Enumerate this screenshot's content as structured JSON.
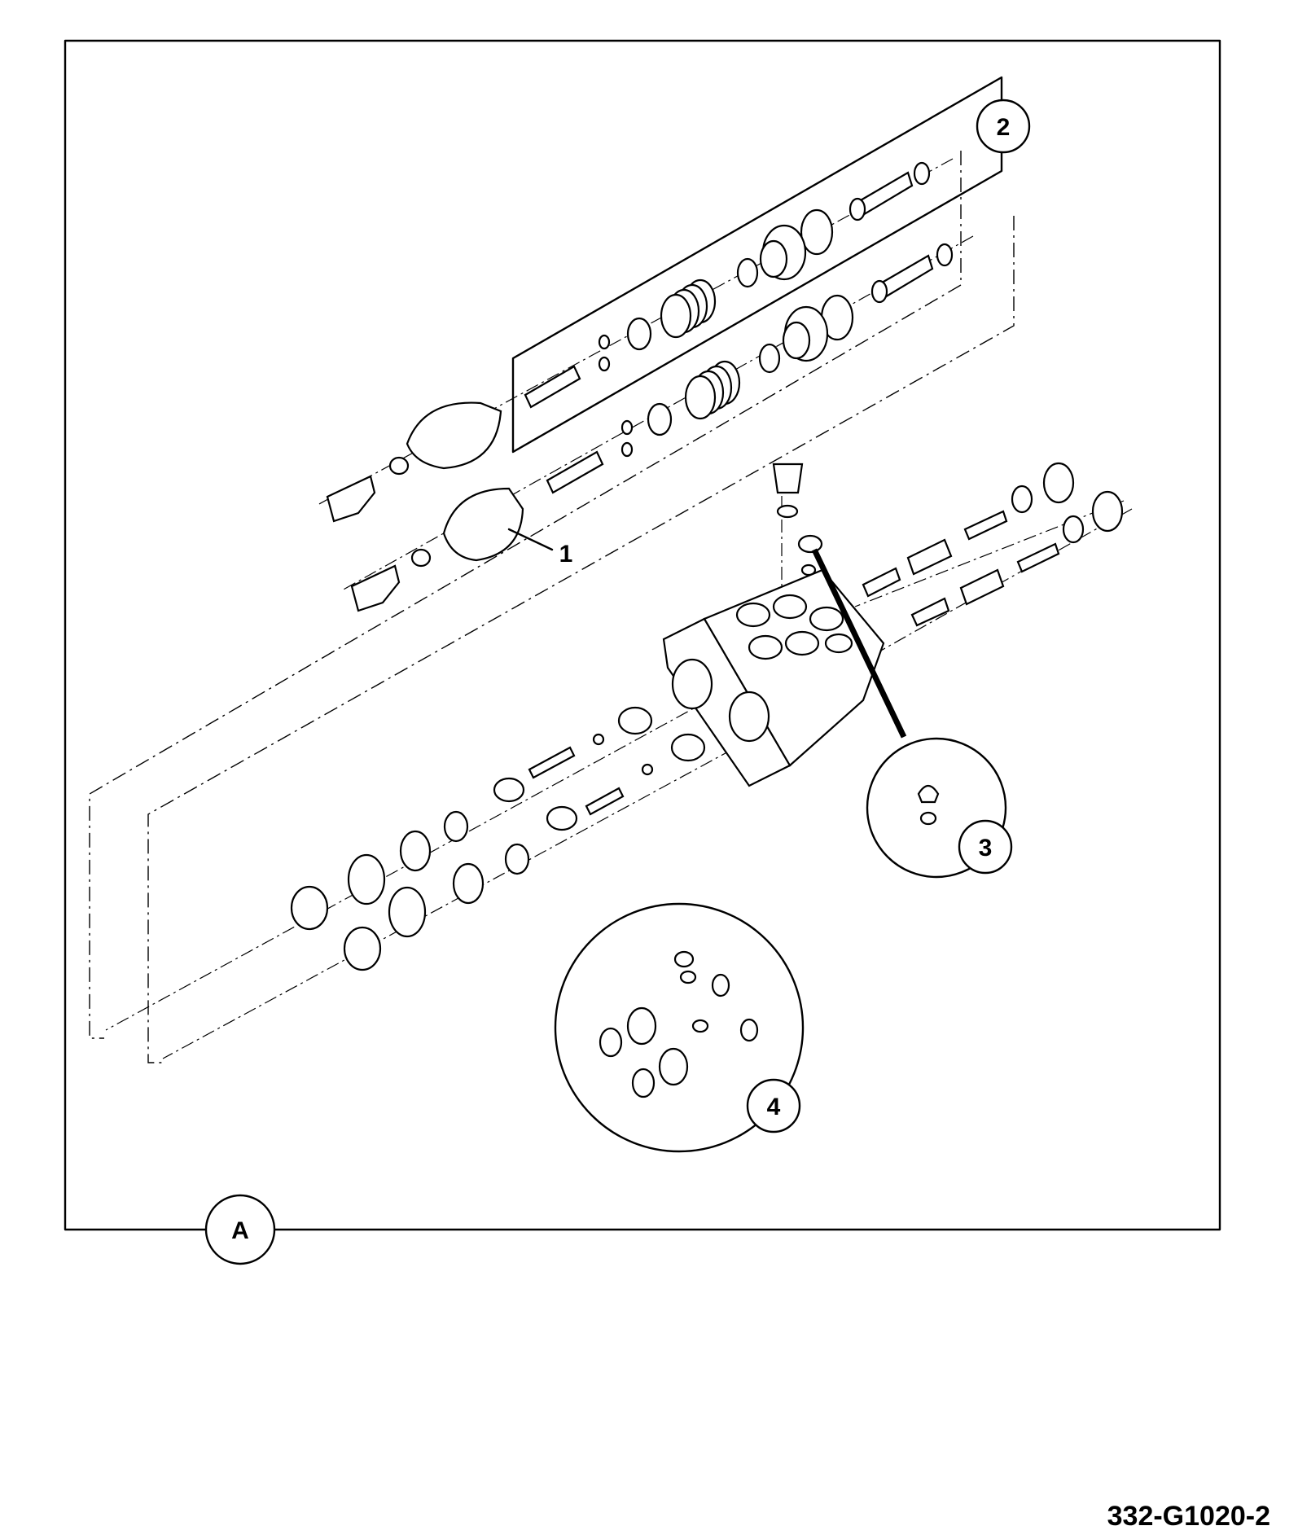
{
  "callouts": {
    "frame": "A",
    "part_1": "1",
    "kit_2": "2",
    "kit_3": "3",
    "kit_4": "4"
  },
  "drawing_number": "332-G1020-2"
}
